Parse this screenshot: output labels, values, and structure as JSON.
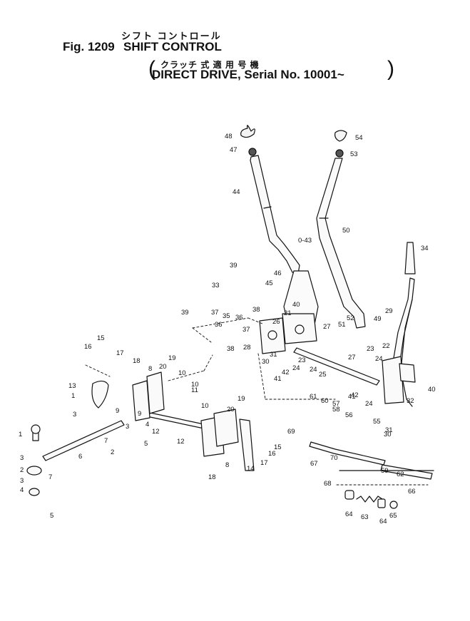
{
  "header": {
    "jp_title": "シフト コントロール",
    "fig_number": "Fig. 1209",
    "fig_title": "SHIFT CONTROL",
    "jp_subtitle": "クラッチ  式   適 用 号 機",
    "subtitle": "DIRECT DRIVE, Serial No. 10001~",
    "open_paren": "(",
    "close_paren": ")"
  },
  "callouts": [
    "1",
    "3",
    "2",
    "3",
    "4",
    "5",
    "6",
    "7",
    "13",
    "1",
    "3",
    "16",
    "15",
    "17",
    "18",
    "9",
    "8",
    "20",
    "19",
    "10",
    "3",
    "7",
    "2",
    "9",
    "4",
    "5",
    "12",
    "12",
    "10",
    "11",
    "10",
    "8",
    "18",
    "14",
    "17",
    "16",
    "15",
    "20",
    "19",
    "39",
    "33",
    "37",
    "36",
    "38",
    "35",
    "36",
    "37",
    "38",
    "39",
    "44",
    "48",
    "47",
    "46",
    "45",
    "0-43",
    "40",
    "21",
    "26",
    "28",
    "31",
    "30",
    "41",
    "42",
    "23",
    "24",
    "24",
    "25",
    "27",
    "50",
    "53",
    "54",
    "51",
    "52",
    "49",
    "29",
    "34",
    "23",
    "22",
    "27",
    "24",
    "42",
    "41",
    "24",
    "40",
    "32",
    "31",
    "30",
    "55",
    "61",
    "60",
    "57",
    "58",
    "56",
    "69",
    "67",
    "70",
    "59",
    "62",
    "68",
    "66",
    "64",
    "63",
    "64",
    "65"
  ]
}
